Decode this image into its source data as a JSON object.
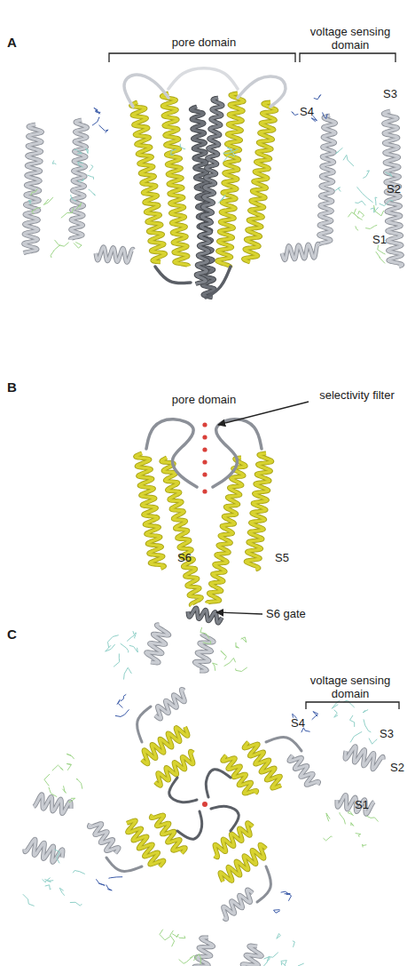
{
  "diagram": {
    "labels": [
      "A",
      "pore domain",
      "voltage sensing domain",
      "S4",
      "S3",
      "S2",
      "S1",
      "B",
      "pore domain",
      "selectivity filter",
      "S6",
      "S5",
      "S6 gate",
      "C",
      "voltage sensing domain",
      "S4",
      "S3",
      "S2",
      "S1"
    ]
  }
}
